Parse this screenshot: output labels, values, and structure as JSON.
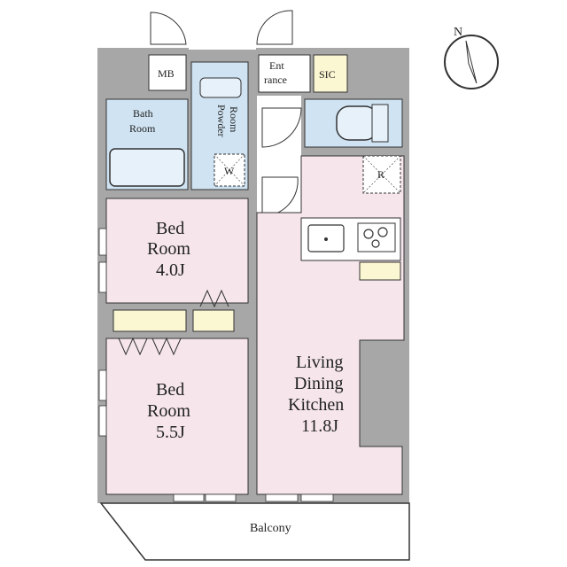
{
  "colors": {
    "wall": "#a7a7a7",
    "room_pink": "#f6e6ec",
    "wet_blue": "#cfe3f2",
    "storage_yellow": "#fbf7d2",
    "line": "#333333"
  },
  "north_label": "N",
  "rooms": {
    "mb": "MB",
    "entrance_1": "Ent",
    "entrance_2": "rance",
    "sic": "SIC",
    "bath_1": "Bath",
    "bath_2": "Room",
    "powder_1": "Powder",
    "powder_2": "Room",
    "washer": "W",
    "fridge": "R",
    "bed1_1": "Bed",
    "bed1_2": "Room",
    "bed1_3": "4.0J",
    "bed2_1": "Bed",
    "bed2_2": "Room",
    "bed2_3": "5.5J",
    "ldk_1": "Living",
    "ldk_2": "Dining",
    "ldk_3": "Kitchen",
    "ldk_4": "11.8J",
    "balcony": "Balcony"
  }
}
